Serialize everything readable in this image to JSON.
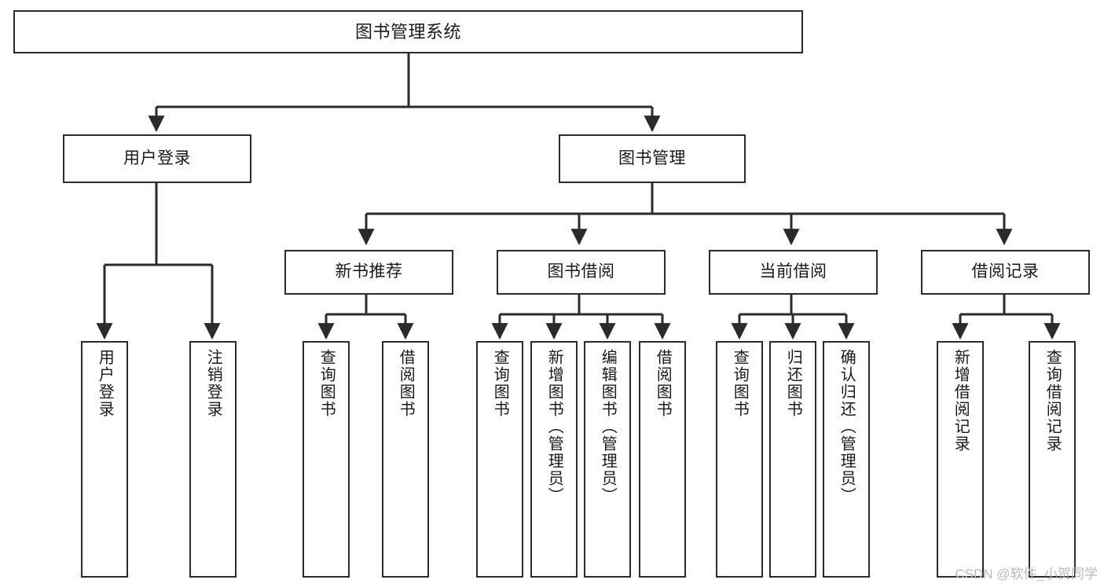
{
  "diagram": {
    "title": "图书管理系统",
    "type": "tree",
    "colors": {
      "node_border": "#2b2b2b",
      "node_fill": "#ffffff",
      "edge": "#2b2b2b",
      "text": "#1a1a1a",
      "watermark": "#b9b9b9",
      "background": "#ffffff"
    },
    "nodes": {
      "root": {
        "label": "图书管理系统"
      },
      "level1": [
        {
          "id": "user-login",
          "label": "用户登录"
        },
        {
          "id": "book-manage",
          "label": "图书管理"
        }
      ],
      "level2": [
        {
          "id": "new-book-recommend",
          "label": "新书推荐"
        },
        {
          "id": "book-borrow",
          "label": "图书借阅"
        },
        {
          "id": "current-borrow",
          "label": "当前借阅"
        },
        {
          "id": "borrow-record",
          "label": "借阅记录"
        }
      ],
      "leaves": {
        "user_login": [
          {
            "id": "leaf-user-login",
            "label": "用户登录"
          },
          {
            "id": "leaf-logout",
            "label": "注销登录"
          }
        ],
        "new_book_recommend": [
          {
            "id": "leaf-query-book-1",
            "label": "查询图书"
          },
          {
            "id": "leaf-borrow-book-1",
            "label": "借阅图书"
          }
        ],
        "book_borrow": [
          {
            "id": "leaf-query-book-2",
            "label": "查询图书"
          },
          {
            "id": "leaf-add-book",
            "label": "新增图书（管理员）"
          },
          {
            "id": "leaf-edit-book",
            "label": "编辑图书（管理员）"
          },
          {
            "id": "leaf-borrow-book-2",
            "label": "借阅图书"
          }
        ],
        "current_borrow": [
          {
            "id": "leaf-query-book-3",
            "label": "查询图书"
          },
          {
            "id": "leaf-return-book",
            "label": "归还图书"
          },
          {
            "id": "leaf-confirm-return",
            "label": "确认归还（管理员）"
          }
        ],
        "borrow_record": [
          {
            "id": "leaf-add-record",
            "label": "新增借阅记录"
          },
          {
            "id": "leaf-query-record",
            "label": "查询借阅记录"
          }
        ]
      }
    },
    "watermark": "CSDN @软件_小贺同学"
  }
}
